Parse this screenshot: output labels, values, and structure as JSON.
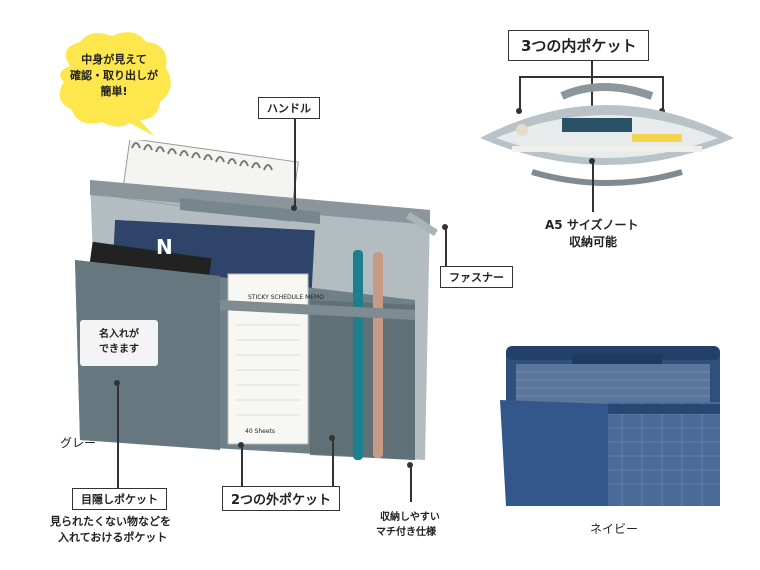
{
  "bubble": {
    "line1": "中身が見えて",
    "line2": "確認・取り出しが",
    "line3": "簡単!"
  },
  "labels": {
    "handle": "ハンドル",
    "zipper": "ファスナー",
    "inner_pockets": "3つの内ポケット",
    "a5_line1": "A5 サイズノート",
    "a5_line2": "収納可能",
    "name_tag_line1": "名入れが",
    "name_tag_line2": "できます",
    "gray": "グレー",
    "navy": "ネイビー",
    "hidden_pocket": "目隠しポケット",
    "hidden_desc1": "見られたくない物などを",
    "hidden_desc2": "入れておけるポケット",
    "outer_pockets": "2つの外ポケット",
    "gusset_line1": "収納しやすい",
    "gusset_line2": "マチ付き仕様"
  },
  "product_text": {
    "memo_pad": "STICKY SCHEDULE MEMO",
    "memo_sheets": "40 Sheets",
    "notebook_letter": "N"
  },
  "colors": {
    "gray_bag": "#6f8088",
    "navy_bag": "#2f4f7c",
    "bubble": "#fde74c"
  }
}
